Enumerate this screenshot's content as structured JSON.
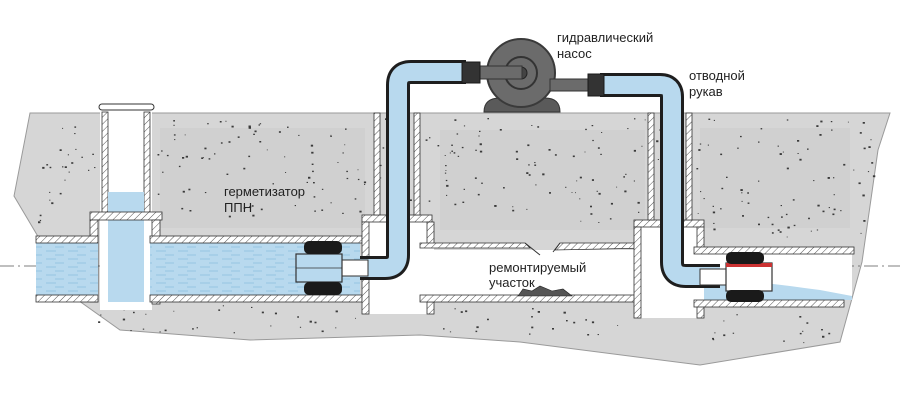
{
  "labels": {
    "pump_line1": "гидравлический",
    "pump_line2": "насос",
    "hose_line1": "отводной",
    "hose_line2": "рукав",
    "sealer_line1": "герметизатор",
    "sealer_line2": "ППН",
    "section_line1": "ремонтируемый",
    "section_line2": "участок"
  },
  "colors": {
    "soil": "#d6d6d6",
    "soil_speck": "#3a3a3a",
    "water": "#b8d9ee",
    "water_line": "#7fb4d6",
    "hose_outline": "#1e1e1e",
    "pump": "#6b6b6b",
    "pump_dark": "#444444",
    "packer": "#1a1a1a",
    "pipe_wall": "#ffffff",
    "outline": "#333333"
  }
}
